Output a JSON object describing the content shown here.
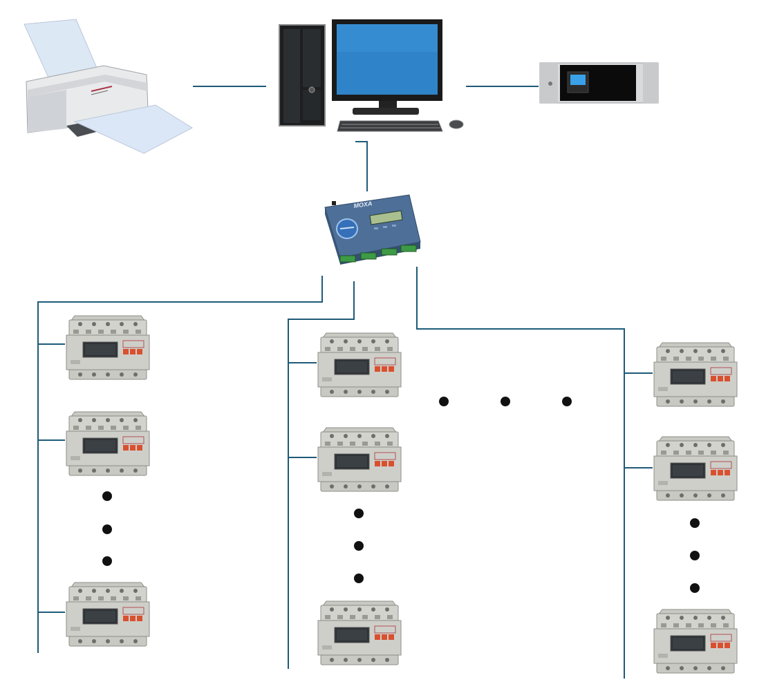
{
  "diagram": {
    "nodes": [
      {
        "id": "printer",
        "icon": "printer-icon"
      },
      {
        "id": "computer",
        "icon": "desktop-computer-icon"
      },
      {
        "id": "display_unit",
        "icon": "rack-display-unit-icon"
      },
      {
        "id": "gateway",
        "icon": "serial-device-server-icon"
      },
      {
        "id": "meter",
        "icon": "din-rail-energy-meter-icon"
      }
    ],
    "colors": {
      "wire": "#1d5a78",
      "gateway_body": "#4d6f98",
      "meter_body": "#cfcfca",
      "meter_buttons": "#d9502f",
      "monitor_screen": "#2f83c9"
    },
    "gateway_brand": "MOXA"
  }
}
